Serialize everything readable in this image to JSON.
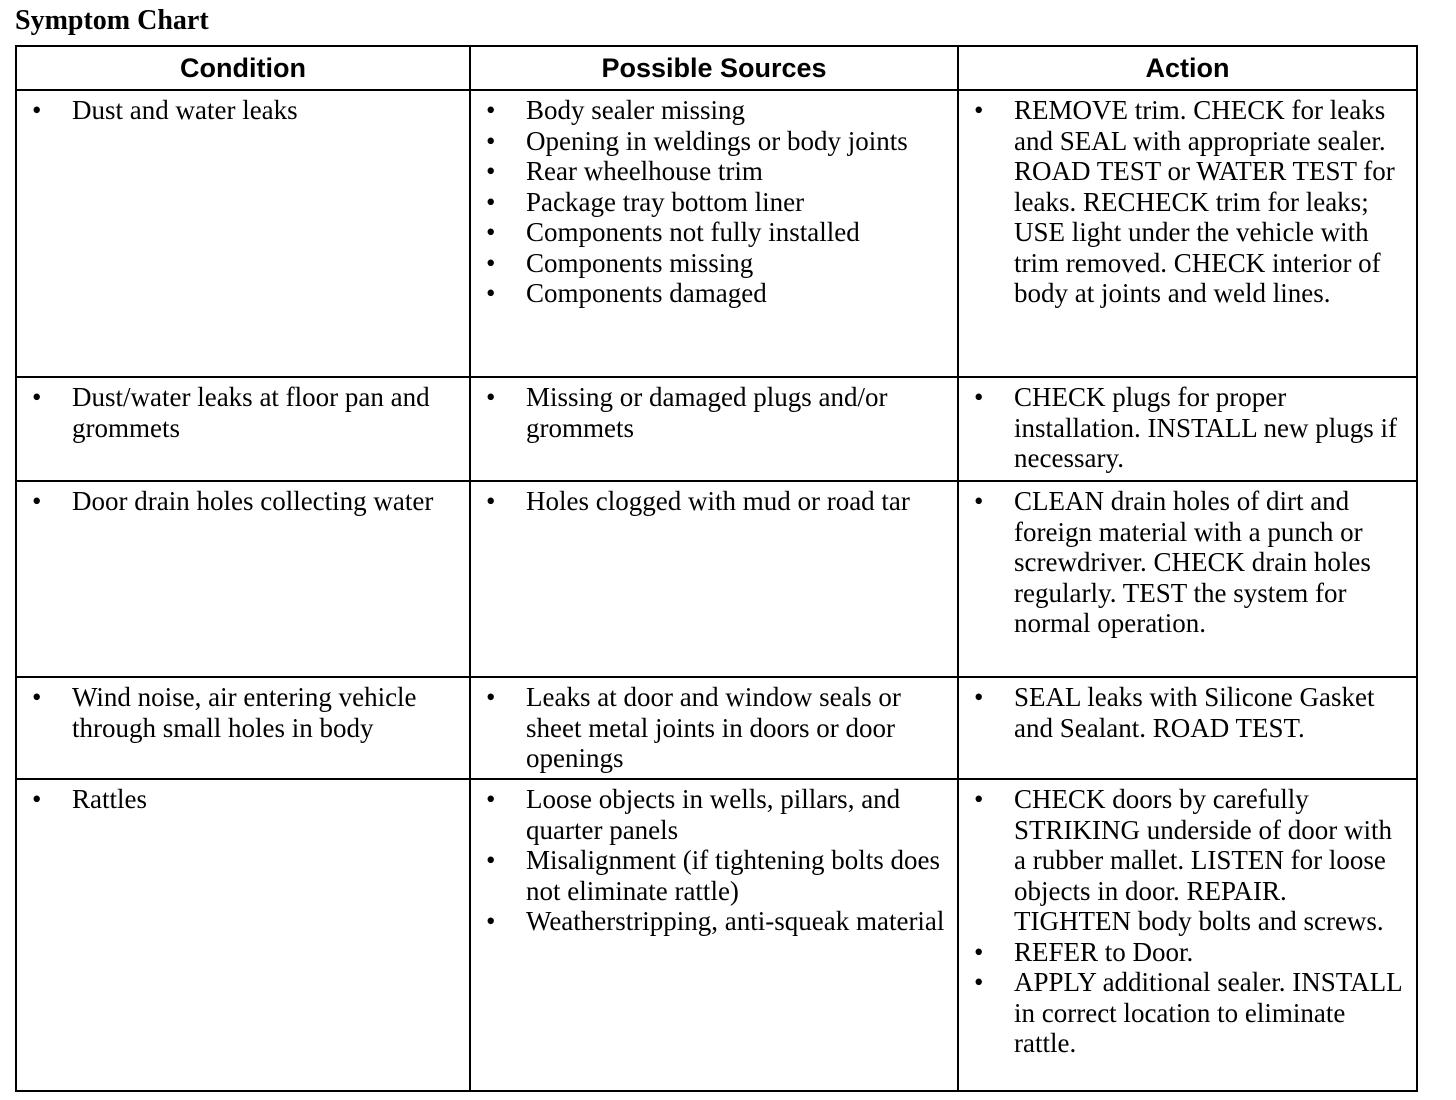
{
  "title": "Symptom Chart",
  "columns": [
    "Condition",
    "Possible Sources",
    "Action"
  ],
  "rows": [
    {
      "condition": [
        "Dust and water leaks"
      ],
      "sources": [
        "Body sealer missing",
        "Opening in weldings or body joints",
        "Rear wheelhouse trim",
        "Package tray bottom liner",
        "Components not fully installed",
        "Components missing",
        "Components damaged"
      ],
      "actions": [
        "REMOVE trim. CHECK for leaks and SEAL with appropriate sealer. ROAD TEST or WATER TEST for leaks. RECHECK trim for leaks; USE light under the vehicle with trim removed. CHECK interior of body at joints and weld lines."
      ]
    },
    {
      "condition": [
        "Dust/water leaks at floor pan and grommets"
      ],
      "sources": [
        "Missing or damaged plugs and/or grommets"
      ],
      "actions": [
        "CHECK plugs for proper installation. INSTALL new plugs if necessary."
      ]
    },
    {
      "condition": [
        "Door drain holes collecting water"
      ],
      "sources": [
        "Holes clogged with mud or road tar"
      ],
      "actions": [
        "CLEAN drain holes of dirt and foreign material with a punch or screwdriver. CHECK drain holes regularly. TEST the system for normal operation."
      ]
    },
    {
      "condition": [
        "Wind noise, air entering vehicle through small holes in body"
      ],
      "sources": [
        "Leaks at door and window seals or sheet metal joints in doors or door openings"
      ],
      "actions": [
        "SEAL leaks with Silicone Gasket and Sealant. ROAD TEST."
      ]
    },
    {
      "condition": [
        "Rattles"
      ],
      "sources": [
        "Loose objects in wells, pillars, and quarter panels",
        "Misalignment (if tightening bolts does not eliminate rattle)",
        "Weatherstripping, anti-squeak material"
      ],
      "actions": [
        "CHECK doors by carefully STRIKING underside of door with a rubber mallet. LISTEN for loose objects in door. REPAIR. TIGHTEN body bolts and screws.",
        "REFER to Door.",
        "APPLY additional sealer. INSTALL in correct location to eliminate rattle."
      ]
    }
  ]
}
